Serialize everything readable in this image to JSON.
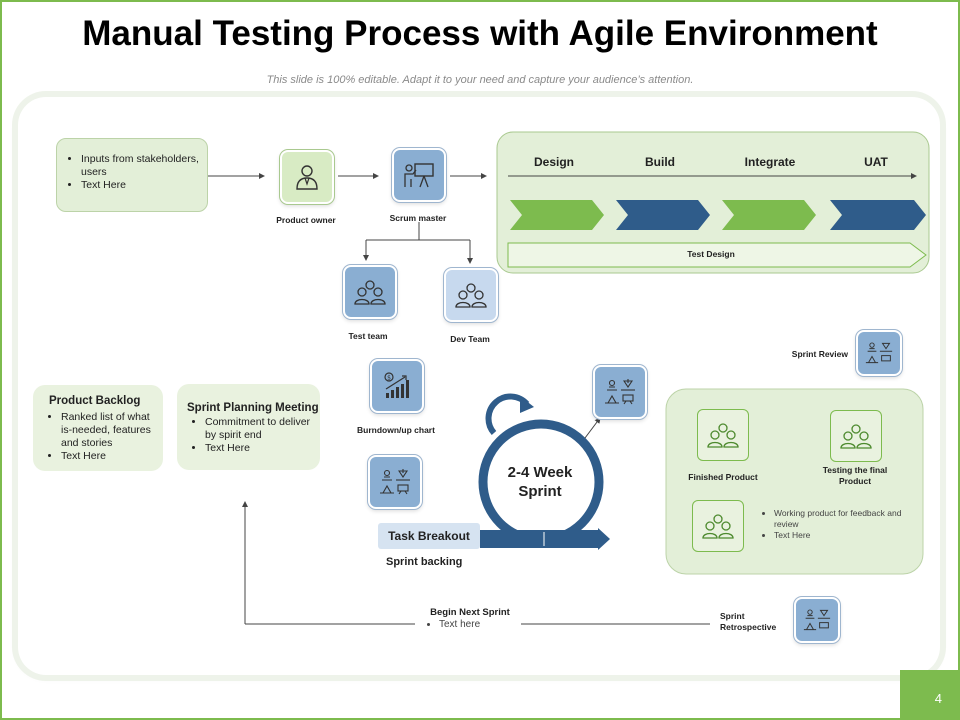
{
  "title": "Manual Testing Process with Agile Environment",
  "subtitle": "This slide is 100% editable. Adapt it to your need and capture your audience’s attention.",
  "page_number": "4",
  "inputs_box": {
    "bullets": [
      "Inputs from stakeholders, users",
      "Text Here"
    ]
  },
  "product_owner": {
    "label": "Product owner",
    "icon": "businessman-icon"
  },
  "scrum_master": {
    "label": "Scrum master",
    "icon": "presenter-board-icon"
  },
  "test_team": {
    "label": "Test team",
    "icon": "team-icon"
  },
  "dev_team": {
    "label": "Dev Team",
    "icon": "team-icon"
  },
  "phases": [
    "Design",
    "Build",
    "Integrate",
    "UAT"
  ],
  "test_design": "Test Design",
  "product_backlog": {
    "title": "Product Backlog",
    "bullets": [
      "Ranked list of what is-needed, features and stories",
      "Text Here"
    ]
  },
  "sprint_planning": {
    "title": "Sprint Planning Meeting",
    "bullets": [
      "Commitment to deliver by spirit end",
      "Text Here"
    ]
  },
  "burndown": {
    "label": "Burndown/up chart",
    "icon": "chart-icon"
  },
  "sprint": {
    "line1": "2-4 Week",
    "line2": "Sprint"
  },
  "task_breakout": "Task Breakout",
  "sprint_backing": "Sprint backing",
  "sprint_review": "Sprint Review",
  "finished_product": "Finished  Product",
  "testing_final_product": "Testing  the final Product",
  "working_product": {
    "bullets": [
      "Working product for feedback and review",
      "Text Here"
    ]
  },
  "begin_next_sprint": {
    "title": "Begin Next Sprint",
    "bullets": [
      "Text here"
    ]
  },
  "sprint_retrospective": "Sprint Retrospective",
  "colors": {
    "green": "#7dbb4e",
    "navy": "#2f5c8a",
    "light_green": "#e3efd8"
  }
}
